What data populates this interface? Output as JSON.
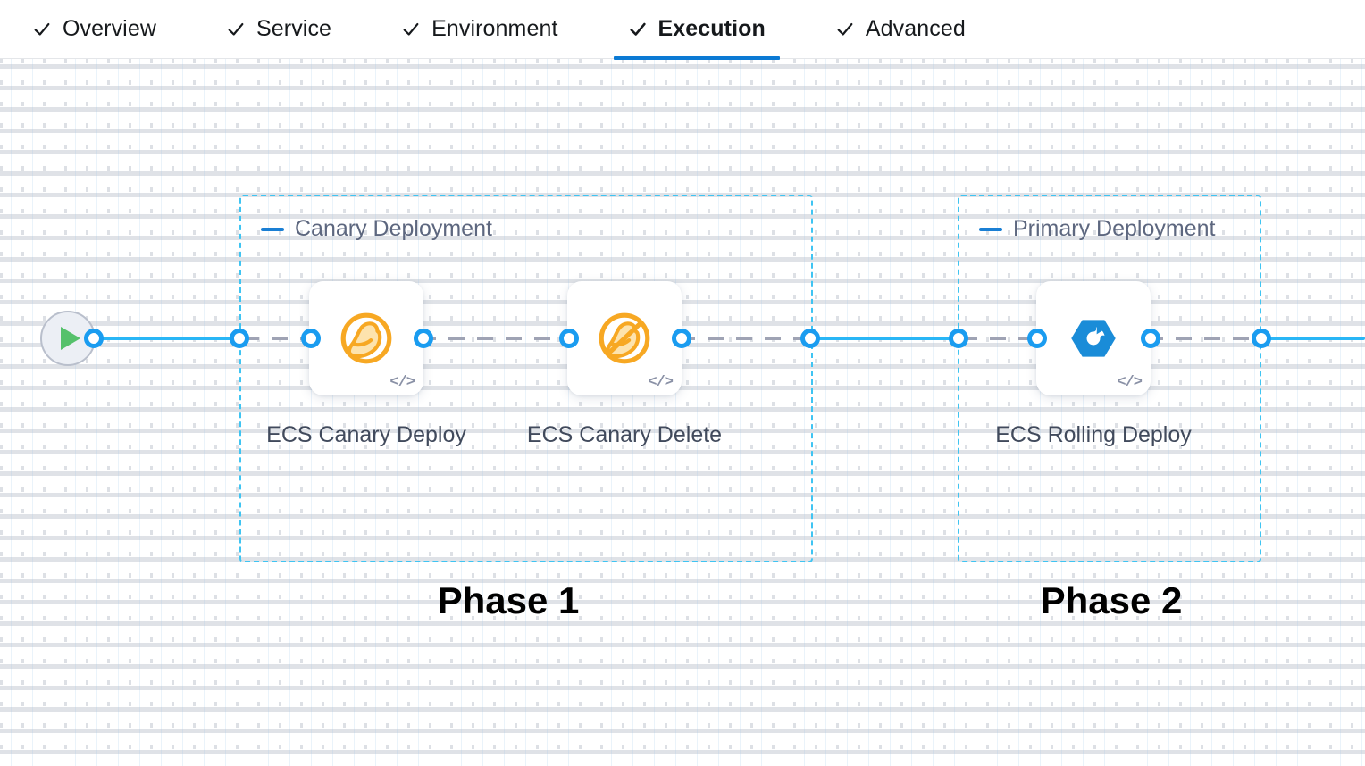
{
  "tabs": [
    {
      "label": "Overview",
      "icon": "check-icon",
      "active": false
    },
    {
      "label": "Service",
      "icon": "check-icon",
      "active": false
    },
    {
      "label": "Environment",
      "icon": "check-icon",
      "active": false
    },
    {
      "label": "Execution",
      "icon": "check-icon",
      "active": true
    },
    {
      "label": "Advanced",
      "icon": "check-icon",
      "active": false
    }
  ],
  "canvas": {
    "start_node": {
      "icon": "play-icon",
      "name": "pipeline-start"
    },
    "groups": [
      {
        "title": "Canary Deployment",
        "collapse_icon": "minus-icon",
        "phase_label": "Phase 1",
        "nodes": [
          {
            "label": "ECS Canary Deploy",
            "icon": "canary-bird-icon",
            "badge": "</>"
          },
          {
            "label": "ECS Canary Delete",
            "icon": "canary-bird-slash-icon",
            "badge": "</>"
          }
        ]
      },
      {
        "title": "Primary Deployment",
        "collapse_icon": "minus-icon",
        "phase_label": "Phase 2",
        "nodes": [
          {
            "label": "ECS Rolling Deploy",
            "icon": "rolling-deploy-icon",
            "badge": "</>"
          }
        ]
      }
    ]
  },
  "colors": {
    "accent_blue": "#0b7ad4",
    "edge_blue": "#29b6f6",
    "port_blue": "#1a9cf0",
    "group_border": "#3fc4f2",
    "canary_orange": "#f5a623",
    "rolling_blue": "#1a8cd8",
    "play_green": "#55c16b",
    "edge_dash_gray": "#9fa3b4",
    "group_title": "#5d677f",
    "node_label": "#414a5c"
  }
}
